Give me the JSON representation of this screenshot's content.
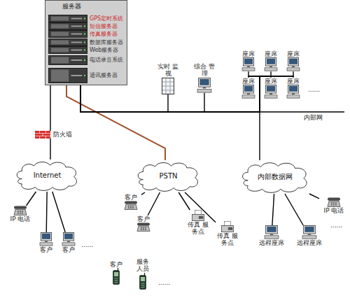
{
  "diagram": {
    "nodes": [
      {
        "text": [
          "服务器"
        ]
      },
      {
        "text": [
          "GPS定时系统"
        ],
        "in": 0
      },
      {
        "text": [
          "短信服务器"
        ],
        "in": 0
      },
      {
        "text": [
          "传真服务器"
        ],
        "in": 0
      },
      {
        "text": [
          "数据库服务器"
        ],
        "in": 0
      },
      {
        "text": [
          "Web服务器"
        ],
        "in": 0
      },
      {
        "text": [
          "电话录音系统"
        ],
        "in": 0
      },
      {
        "text": [
          "通讯服务器"
        ],
        "in": 0
      },
      {
        "text": [
          "实时 监视"
        ]
      },
      {
        "text": [
          "综合 管理"
        ]
      },
      {
        "text": [
          "座席"
        ]
      },
      {
        "text": [
          "座席"
        ]
      },
      {
        "text": [
          "座席"
        ]
      },
      {
        "text": [
          "座席"
        ]
      },
      {
        "text": [
          "座席"
        ]
      },
      {
        "text": [
          "座席"
        ]
      },
      {
        "text": [
          "防火墙"
        ]
      },
      {
        "text": [
          "Internet"
        ]
      },
      {
        "text": [
          "PSTN"
        ]
      },
      {
        "text": [
          "内部数据网"
        ]
      },
      {
        "text": [
          "IP 电话"
        ]
      },
      {
        "text": [
          "客户"
        ]
      },
      {
        "text": [
          "客户"
        ]
      },
      {
        "text": [
          "客户"
        ]
      },
      {
        "text": [
          "客户"
        ]
      },
      {
        "text": [
          "传真 服务点"
        ]
      },
      {
        "text": [
          "传真 服务点"
        ]
      },
      {
        "text": [
          "IP 电话"
        ]
      },
      {
        "text": [
          "远程座席"
        ]
      },
      {
        "text": [
          "远程座席"
        ]
      },
      {
        "text": [
          "客户"
        ]
      },
      {
        "text": [
          "服务 人员"
        ]
      }
    ],
    "edges": [
      {
        "from": 0,
        "to": 16,
        "arrow": "none"
      },
      {
        "from": 16,
        "to": 17,
        "arrow": "none"
      },
      {
        "from": 0,
        "to": 18,
        "arrow": "none"
      },
      {
        "from": 0,
        "to": 8,
        "arrow": "none"
      },
      {
        "from": 0,
        "to": 9,
        "arrow": "none"
      },
      {
        "from": 0,
        "to": 10,
        "arrow": "none"
      },
      {
        "from": 0,
        "to": 11,
        "arrow": "none"
      },
      {
        "from": 0,
        "to": 12,
        "arrow": "none"
      },
      {
        "from": 0,
        "to": 13,
        "arrow": "none"
      },
      {
        "from": 0,
        "to": 14,
        "arrow": "none"
      },
      {
        "from": 0,
        "to": 15,
        "arrow": "none"
      },
      {
        "from": 0,
        "to": 19,
        "arrow": "none"
      },
      {
        "from": 17,
        "to": 20,
        "arrow": "none"
      },
      {
        "from": 17,
        "to": 21,
        "arrow": "none"
      },
      {
        "from": 17,
        "to": 22,
        "arrow": "none"
      },
      {
        "from": 18,
        "to": 23,
        "arrow": "none"
      },
      {
        "from": 18,
        "to": 24,
        "arrow": "none"
      },
      {
        "from": 18,
        "to": 25,
        "arrow": "none"
      },
      {
        "from": 18,
        "to": 26,
        "arrow": "none"
      },
      {
        "from": 19,
        "to": 27,
        "arrow": "none"
      },
      {
        "from": 19,
        "to": 28,
        "arrow": "none"
      },
      {
        "from": 19,
        "to": 29,
        "arrow": "none"
      }
    ],
    "labels": [
      "......",
      "内部网",
      "......",
      "......",
      "......"
    ]
  }
}
